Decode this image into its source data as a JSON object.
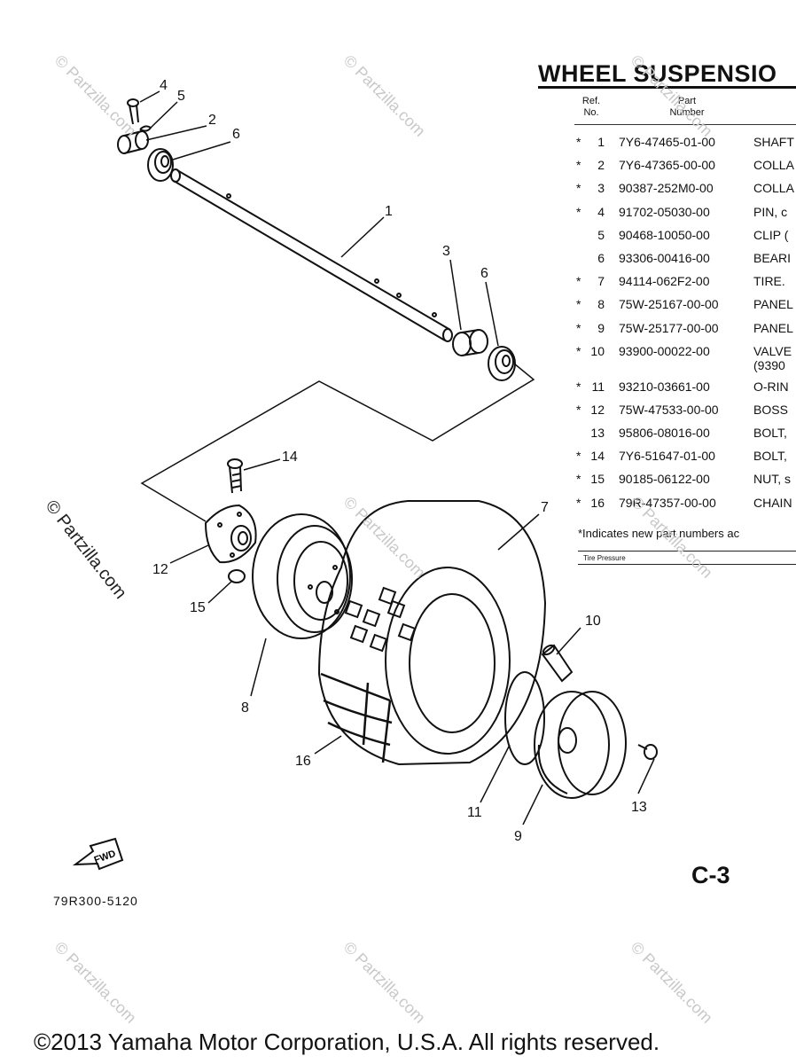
{
  "title": "WHEEL SUSPENSIO",
  "table_header": {
    "ref": "Ref.\nNo.",
    "part": "Part\nNumber"
  },
  "parts": [
    {
      "mark": "*",
      "ref": "1",
      "part_number": "7Y6-47465-01-00",
      "desc": "SHAFT"
    },
    {
      "mark": "*",
      "ref": "2",
      "part_number": "7Y6-47365-00-00",
      "desc": "COLLA"
    },
    {
      "mark": "*",
      "ref": "3",
      "part_number": "90387-252M0-00",
      "desc": "COLLA"
    },
    {
      "mark": "*",
      "ref": "4",
      "part_number": "91702-05030-00",
      "desc": "PIN, c"
    },
    {
      "mark": "",
      "ref": "5",
      "part_number": "90468-10050-00",
      "desc": "CLIP ("
    },
    {
      "mark": "",
      "ref": "6",
      "part_number": "93306-00416-00",
      "desc": "BEARI"
    },
    {
      "mark": "*",
      "ref": "7",
      "part_number": "94114-062F2-00",
      "desc": "TIRE."
    },
    {
      "mark": "*",
      "ref": "8",
      "part_number": "75W-25167-00-00",
      "desc": "PANEL"
    },
    {
      "mark": "*",
      "ref": "9",
      "part_number": "75W-25177-00-00",
      "desc": "PANEL"
    },
    {
      "mark": "*",
      "ref": "10",
      "part_number": "93900-00022-00",
      "desc": "VALVE",
      "desc2": "(9390"
    },
    {
      "mark": "*",
      "ref": "11",
      "part_number": "93210-03661-00",
      "desc": "O-RIN"
    },
    {
      "mark": "*",
      "ref": "12",
      "part_number": "75W-47533-00-00",
      "desc": "BOSS"
    },
    {
      "mark": "",
      "ref": "13",
      "part_number": "95806-08016-00",
      "desc": "BOLT,"
    },
    {
      "mark": "*",
      "ref": "14",
      "part_number": "7Y6-51647-01-00",
      "desc": "BOLT,"
    },
    {
      "mark": "*",
      "ref": "15",
      "part_number": "90185-06122-00",
      "desc": "NUT, s"
    },
    {
      "mark": "*",
      "ref": "16",
      "part_number": "79R-47357-00-00",
      "desc": "CHAIN"
    }
  ],
  "footnote": "*Indicates new part numbers ac",
  "tire_pressure_label": "Tire Pressure",
  "callouts": [
    "4",
    "5",
    "2",
    "6",
    "1",
    "3",
    "6",
    "14",
    "7",
    "12",
    "15",
    "10",
    "8",
    "16",
    "11",
    "13",
    "9"
  ],
  "fwd_label": "FWD",
  "drawing_code": "79R300-5120",
  "page_code": "C-3",
  "copyright": "©2013  Yamaha Motor Corporation, U.S.A. All rights reserved.",
  "watermark": "© Partzilla.com"
}
